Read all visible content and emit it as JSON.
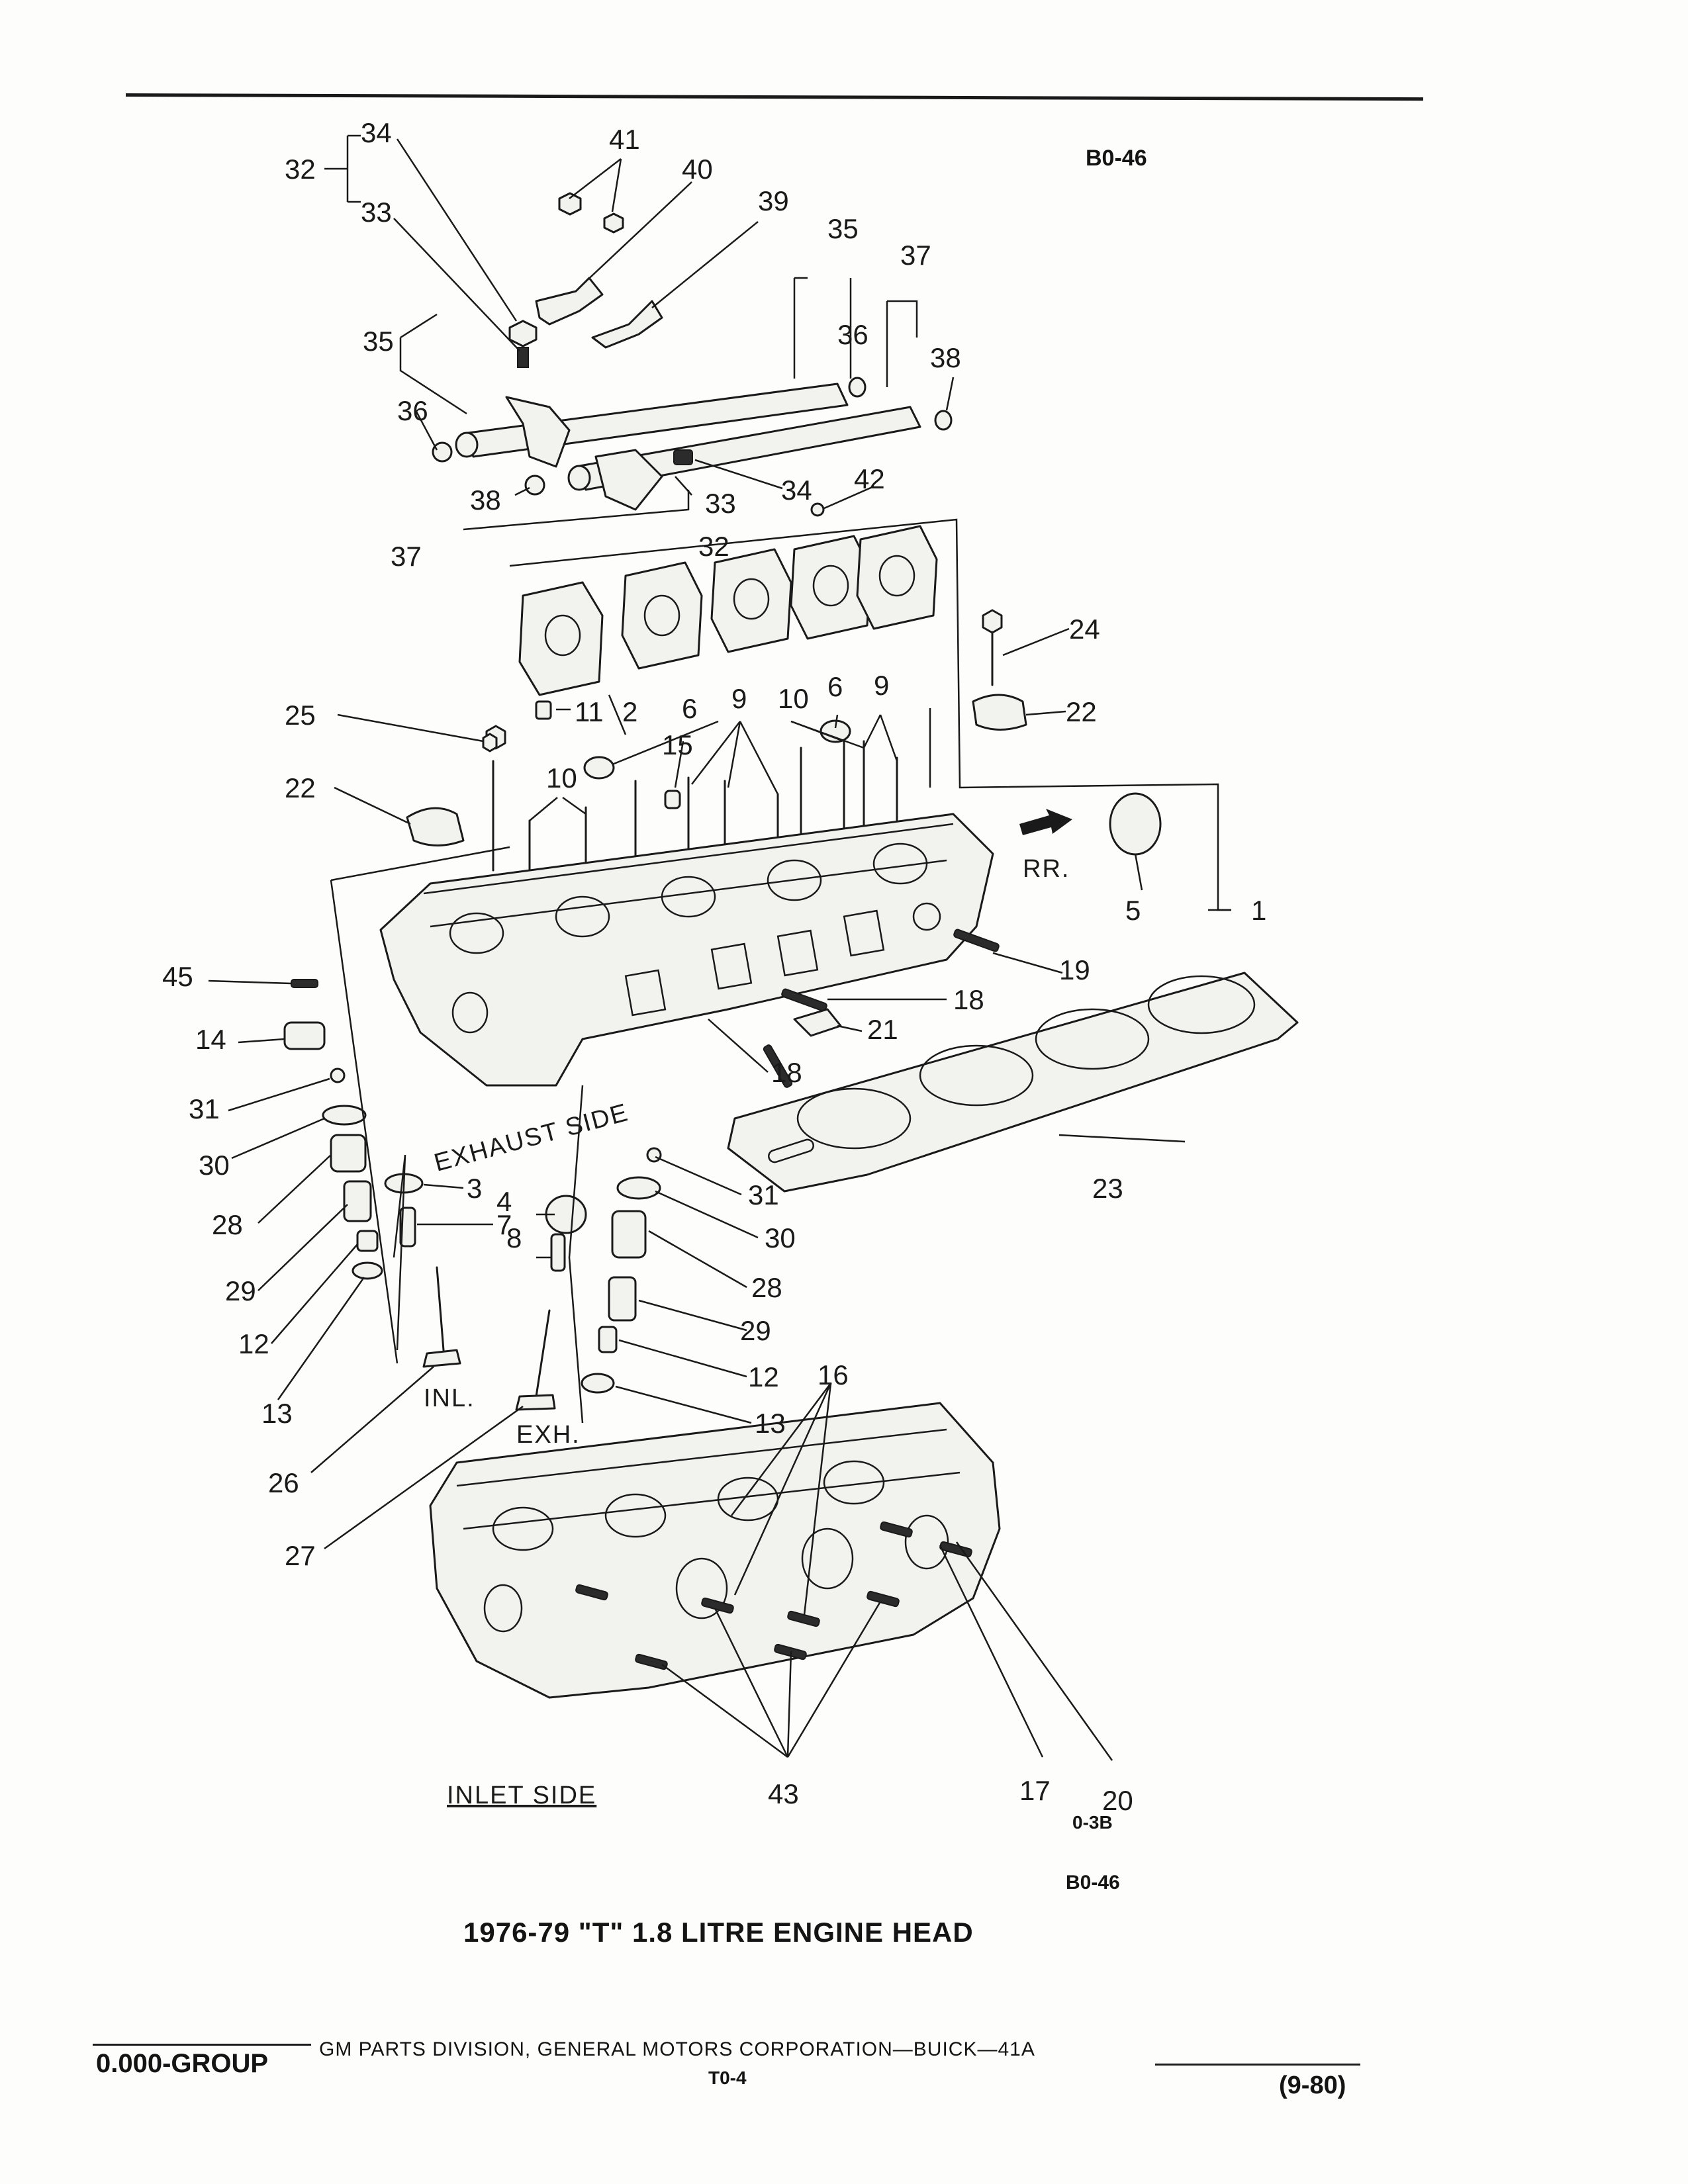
{
  "document": {
    "ref_code_top": "B0-46",
    "ref_code_bottom": "B0-46",
    "figure_code": "0-3B",
    "title": "1976-79 \"T\" 1.8 LITRE ENGINE HEAD",
    "footer": {
      "credit": "GM PARTS DIVISION, GENERAL MOTORS CORPORATION—BUICK—41A",
      "group": "0.000-GROUP",
      "page": "T0-4",
      "date": "(9-80)"
    }
  },
  "diagram": {
    "side_labels": {
      "exhaust": "EXHAUST SIDE",
      "inlet": "INLET SIDE",
      "rear": "RR.",
      "inlet_valve": "INL.",
      "exhaust_valve": "EXH."
    },
    "callouts": {
      "c1": "1",
      "c2": "2",
      "c3": "3",
      "c4": "4",
      "c5": "5",
      "c6a": "6",
      "c6b": "6",
      "c7": "7",
      "c8": "8",
      "c9a": "9",
      "c9b": "9",
      "c10a": "10",
      "c10b": "10",
      "c11": "11",
      "c12a": "12",
      "c12b": "12",
      "c13a": "13",
      "c13b": "13",
      "c14": "14",
      "c15": "15",
      "c16": "16",
      "c17": "17",
      "c18a": "18",
      "c18b": "18",
      "c19": "19",
      "c20": "20",
      "c21": "21",
      "c22a": "22",
      "c22b": "22",
      "c23": "23",
      "c24": "24",
      "c25": "25",
      "c26": "26",
      "c27": "27",
      "c28a": "28",
      "c28b": "28",
      "c29a": "29",
      "c29b": "29",
      "c30a": "30",
      "c30b": "30",
      "c31a": "31",
      "c31b": "31",
      "c32a": "32",
      "c32b": "32",
      "c33a": "33",
      "c33b": "33",
      "c34a": "34",
      "c34b": "34",
      "c35a": "35",
      "c35b": "35",
      "c36a": "36",
      "c36b": "36",
      "c37a": "37",
      "c37b": "37",
      "c38a": "38",
      "c38b": "38",
      "c39": "39",
      "c40": "40",
      "c41": "41",
      "c42": "42",
      "c43": "43",
      "c45": "45"
    }
  }
}
